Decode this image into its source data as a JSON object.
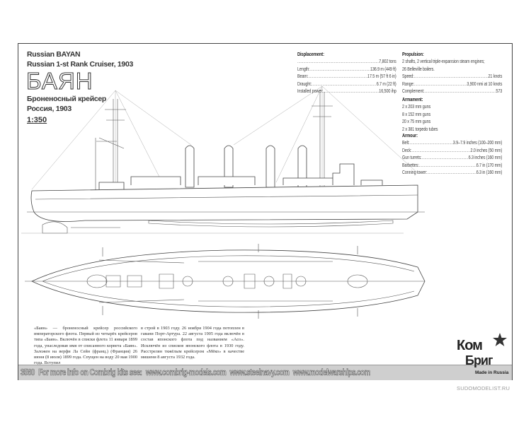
{
  "header": {
    "title_en": "Russian BAYAN",
    "subtitle_en": "Russian 1-st Rank Cruiser, 1903",
    "title_ru": "БАЯН",
    "type_ru": "Броненосный крейсер",
    "country_year_ru": "Россия, 1903",
    "scale": "1:350"
  },
  "specs": {
    "displacement": {
      "heading": "Displacement:",
      "rows": [
        {
          "label": "",
          "value": "7,802 tons"
        },
        {
          "label": "Length:",
          "value": "136.9 m (449 ft)"
        },
        {
          "label": "Beam:",
          "value": "17.5 m (57 ft 6 in)"
        },
        {
          "label": "Draught:",
          "value": "6.7 m (22 ft)"
        },
        {
          "label": "Installed power:",
          "value": "16,500 ihp"
        }
      ]
    },
    "propulsion": {
      "heading": "Propulsion:",
      "lines": [
        "2 shafts, 2 vertical triple-expansion steam engines;",
        "26 Belleville boilers."
      ],
      "rows": [
        {
          "label": "Speed:",
          "value": "21 knots"
        },
        {
          "label": "Range:",
          "value": "3,900 nmi at 10 knots"
        },
        {
          "label": "Complement:",
          "value": "573"
        }
      ]
    },
    "armament": {
      "heading": "Armament:",
      "lines": [
        "2 x 203 mm guns",
        "8 x 152 mm guns",
        "20 x 75 mm guns",
        "2 x 381 torpedo tubes"
      ]
    },
    "armour": {
      "heading": "Armour:",
      "rows": [
        {
          "label": "Belt:",
          "value": "3.9–7.9 inches (100–200 mm)"
        },
        {
          "label": "Deck:",
          "value": "2.0 inches (50 mm)"
        },
        {
          "label": "Gun turrets:",
          "value": "6.3 inches (160 mm)"
        },
        {
          "label": "Barbettes:",
          "value": "6.7 in (170 mm)"
        },
        {
          "label": "Conning tower:",
          "value": "6.3 in (160 mm)"
        }
      ]
    }
  },
  "description": {
    "col1": "«Баян» — броненосный крейсер российского императорского флота. Первый из четырёх крейсеров типа «Баян». Включён в списки флота 11 января 1899 года, унаследовав имя от списанного корвета «Баян». Заложен на верфи Ла Сейн (франц.) (Франция) 26 июня (8 июля) 1899 года. Спущен на воду 20 мая 1900 года. Вступил",
    "col2": "в строй в 1903 году. 26 ноября 1904 года потоплен в гавани Порт-Артура. 22 августа 1905 года включён в состав японского флота под названием «Асо». Исключён из списков японского флота в 1930 году. Расстрелян тяжёлым крейсером «Мёко» в качестве мишени 8 августа 1932 года."
  },
  "footer": {
    "kit_number": "3560",
    "info_text": "For more info on Combrig kits see:",
    "links": [
      "www.combrig-models.com",
      "www.steelnavy.com",
      "www.modelwarships.com"
    ]
  },
  "logo": {
    "line1": "Ком",
    "line2": "Бриг",
    "tagline": "Made in Russia"
  },
  "watermark": "SUDOMODELIST.RU"
}
